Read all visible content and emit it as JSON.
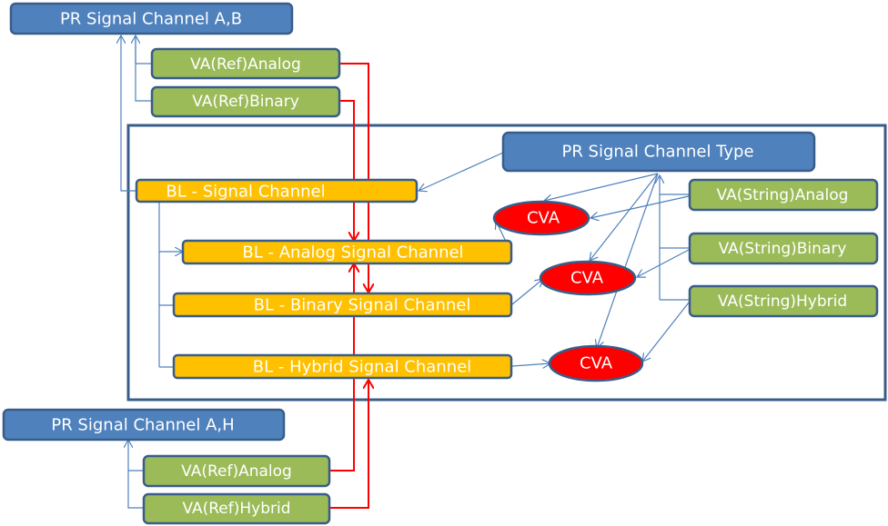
{
  "colors": {
    "pr_node": "#4f81bd",
    "va_node": "#9bbb59",
    "bl_node": "#ffc000",
    "cva_node": "#ff0000",
    "node_border": "#385d8a",
    "connector_blue": "#4f81bd",
    "connector_red": "#ff0000"
  },
  "nodes": {
    "pr_ab": "PR Signal Channel A,B",
    "va_ref_analog_top": "VA(Ref)Analog",
    "va_ref_binary": "VA(Ref)Binary",
    "pr_type": "PR Signal Channel Type",
    "bl_signal": "BL - Signal Channel",
    "bl_analog": "BL - Analog Signal Channel",
    "bl_binary": "BL - Binary Signal Channel",
    "bl_hybrid": "BL - Hybrid Signal Channel",
    "cva_1": "CVA",
    "cva_2": "CVA",
    "cva_3": "CVA",
    "va_string_analog": "VA(String)Analog",
    "va_string_binary": "VA(String)Binary",
    "va_string_hybrid": "VA(String)Hybrid",
    "pr_ah": "PR Signal Channel A,H",
    "va_ref_analog_bottom": "VA(Ref)Analog",
    "va_ref_hybrid": "VA(Ref)Hybrid"
  }
}
